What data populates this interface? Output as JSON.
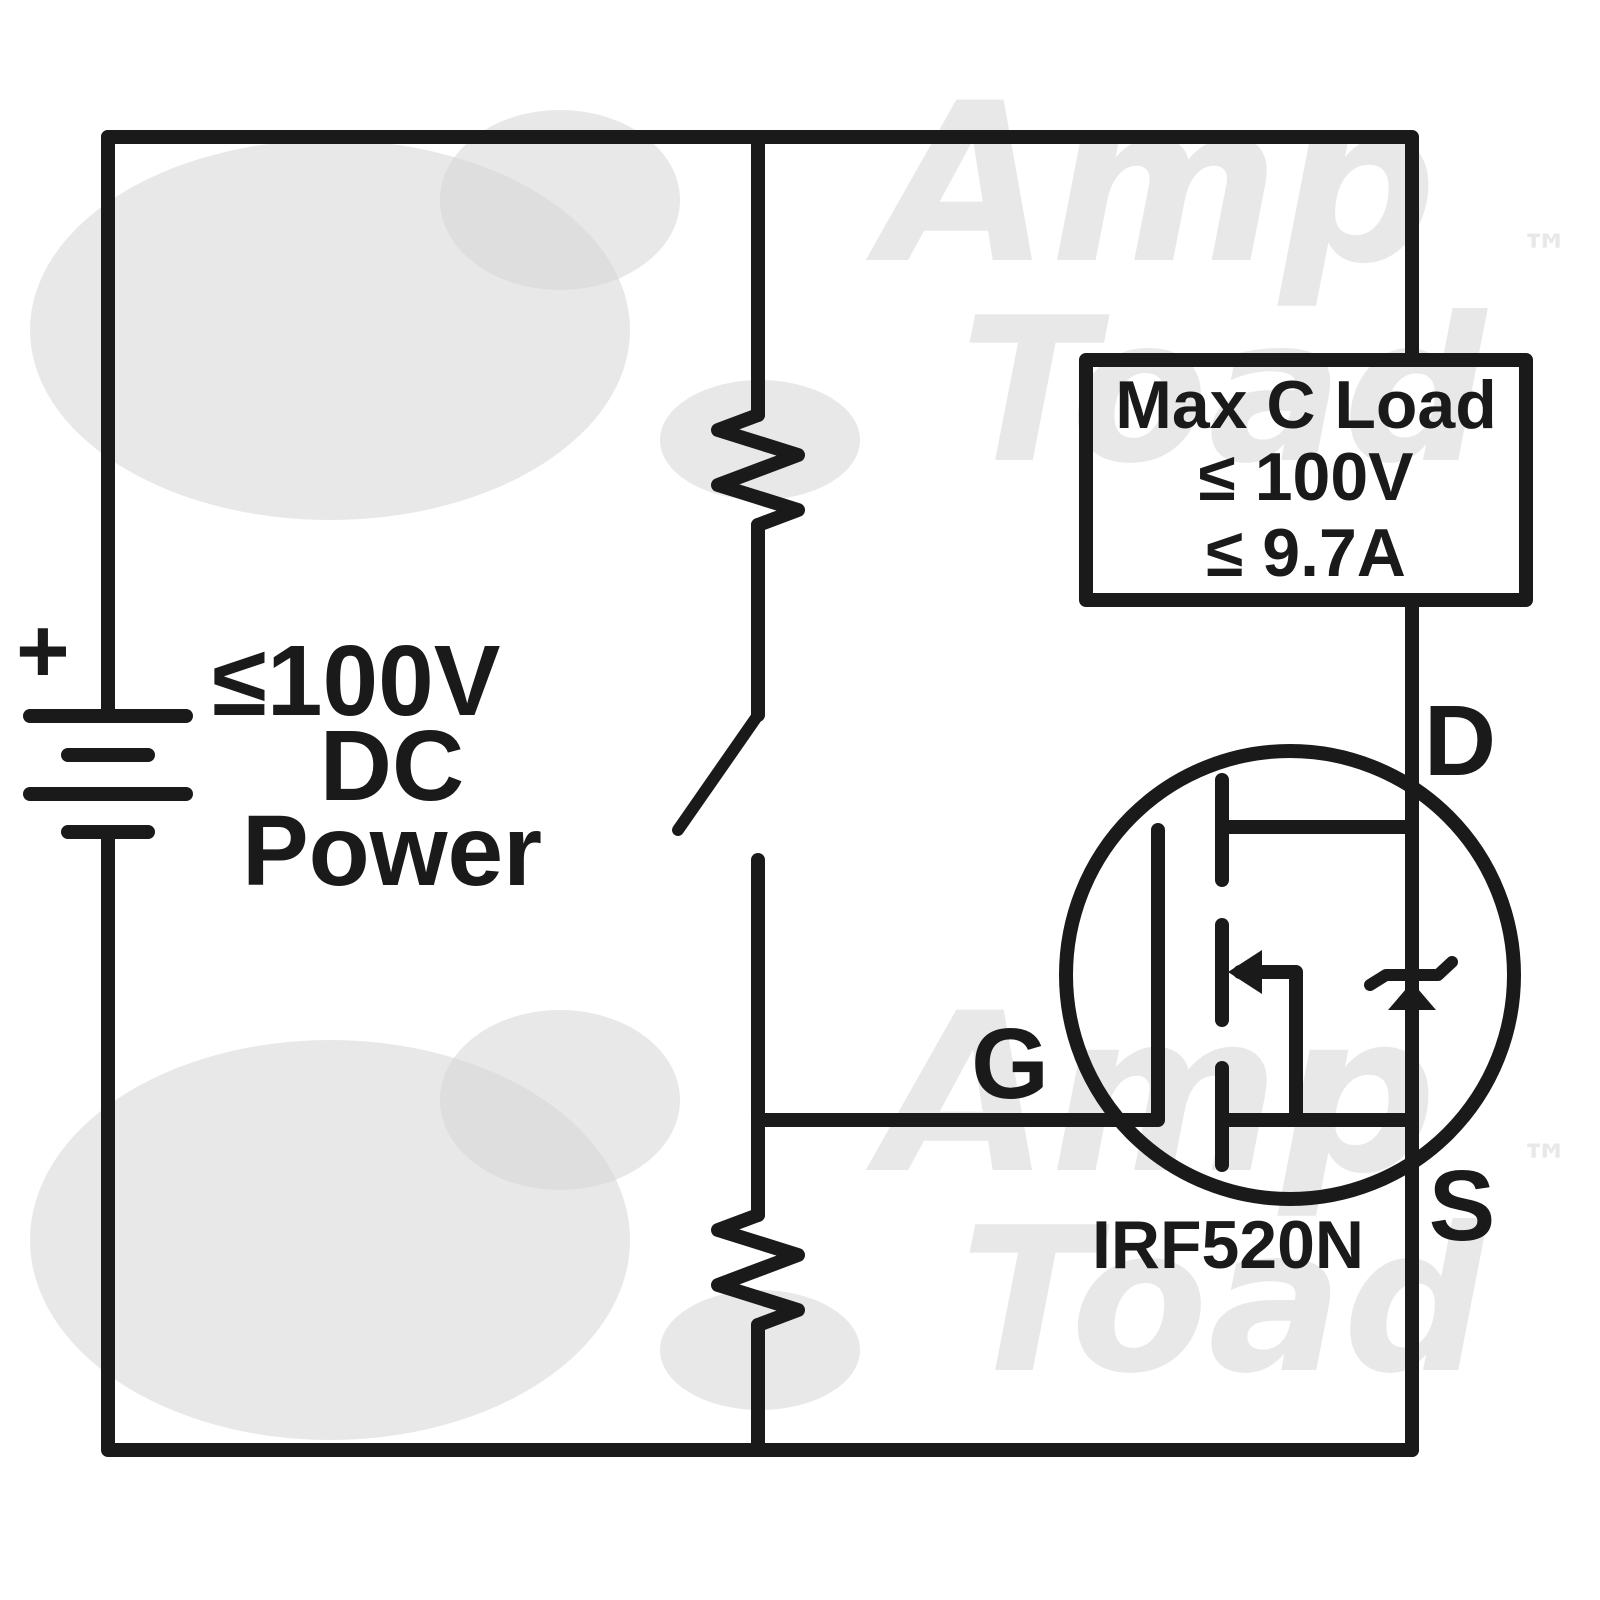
{
  "battery": {
    "plus_sign": "+",
    "voltage_label": "≤100V",
    "type_label": "DC",
    "power_label": "Power"
  },
  "load": {
    "title": "Max C Load",
    "voltage_limit": "≤ 100V",
    "current_limit": "≤ 9.7A"
  },
  "mosfet": {
    "part_number": "IRF520N",
    "drain_label": "D",
    "gate_label": "G",
    "source_label": "S"
  },
  "watermark": {
    "line1": "Amp",
    "line2": "Toad",
    "trademark": "™"
  }
}
